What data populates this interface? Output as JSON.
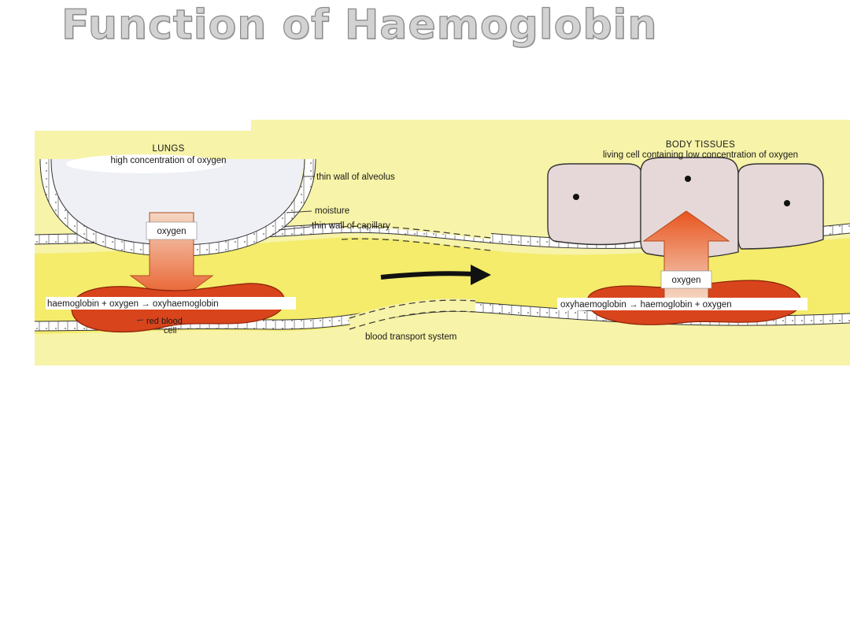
{
  "page": {
    "title": "Function of Haemoglobin"
  },
  "diagram": {
    "lungs": {
      "heading": "LUNGS",
      "subheading": "high concentration of oxygen"
    },
    "body_tissues": {
      "heading": "BODY TISSUES",
      "subheading": "living cell containing low concentration of oxygen"
    },
    "labels": {
      "alveolus_wall": "thin wall of alveolus",
      "moisture": "moisture",
      "capillary_wall": "thin wall of capillary",
      "red_blood_cell_line1": "red blood",
      "red_blood_cell_line2": "cell",
      "transport_system": "blood transport system"
    },
    "arrows": {
      "lungs_arrow_label": "oxygen",
      "tissue_arrow_label": "oxygen"
    },
    "equations": {
      "loading": "haemoglobin + oxygen → oxyhaemoglobin",
      "unloading": "oxyhaemoglobin → haemoglobin + oxygen"
    },
    "colors": {
      "background": "#f7f3a8",
      "plasma_band": "#f4ec6a",
      "red_cell": "#d8441c",
      "oxygen_arrow_top": "#f3cdb6",
      "oxygen_arrow_bottom": "#e8551f",
      "tissue_cell": "#e6d8d8"
    }
  }
}
